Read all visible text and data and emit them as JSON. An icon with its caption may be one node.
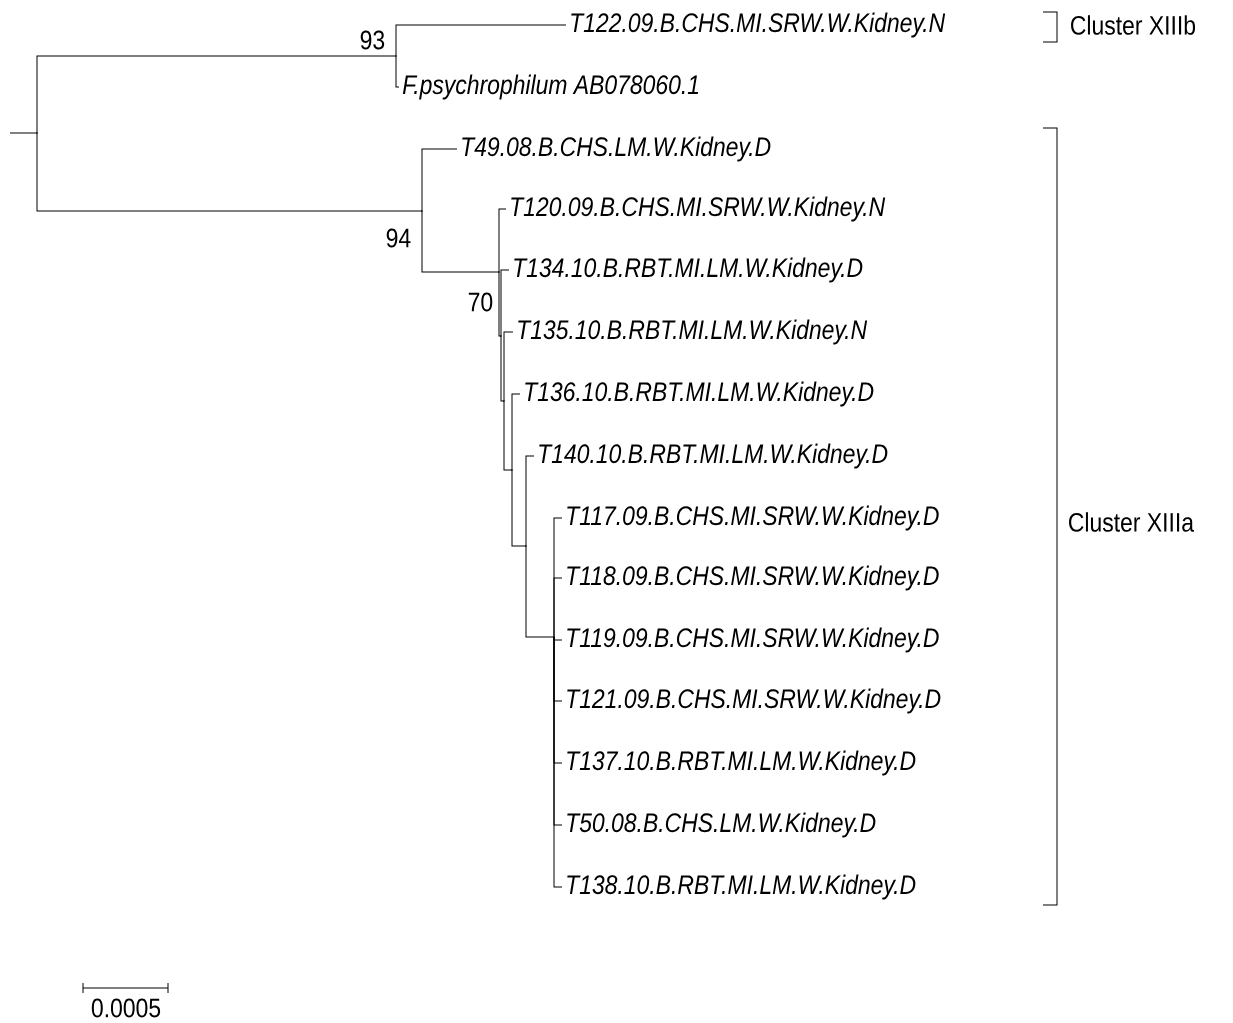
{
  "diagram": {
    "nodes": [
      {
        "text": [],
        "shape": "point"
      },
      {
        "text": [],
        "shape": "point",
        "beside": [
          "93"
        ]
      },
      {
        "text": [
          "T122.09.B.CHS.MI.SRW.W.Kidney.N"
        ]
      },
      {
        "text": [
          "F.psychrophilum AB078060.1"
        ]
      },
      {
        "text": [],
        "shape": "point",
        "beside": [
          "94"
        ]
      },
      {
        "text": [
          "T49.08.B.CHS.LM.W.Kidney.D"
        ]
      },
      {
        "text": [],
        "shape": "point",
        "beside": [
          "70"
        ]
      },
      {
        "text": [
          "T120.09.B.CHS.MI.SRW.W.Kidney.N"
        ]
      },
      {
        "text": [],
        "shape": "point"
      },
      {
        "text": [
          "T134.10.B.RBT.MI.LM.W.Kidney.D"
        ]
      },
      {
        "text": [],
        "shape": "point"
      },
      {
        "text": [
          "T135.10.B.RBT.MI.LM.W.Kidney.N"
        ]
      },
      {
        "text": [],
        "shape": "point"
      },
      {
        "text": [
          "T136.10.B.RBT.MI.LM.W.Kidney.D"
        ]
      },
      {
        "text": [],
        "shape": "point"
      },
      {
        "text": [
          "T140.10.B.RBT.MI.LM.W.Kidney.D"
        ]
      },
      {
        "text": [],
        "shape": "point"
      },
      {
        "text": [
          "T117.09.B.CHS.MI.SRW.W.Kidney.D"
        ]
      },
      {
        "text": [
          "T118.09.B.CHS.MI.SRW.W.Kidney.D"
        ]
      },
      {
        "text": [
          "T119.09.B.CHS.MI.SRW.W.Kidney.D"
        ]
      },
      {
        "text": [
          "T121.09.B.CHS.MI.SRW.W.Kidney.D"
        ]
      },
      {
        "text": [
          "T137.10.B.RBT.MI.LM.W.Kidney.D"
        ]
      },
      {
        "text": [
          "T50.08.B.CHS.LM.W.Kidney.D"
        ]
      },
      {
        "text": [
          "T138.10.B.RBT.MI.LM.W.Kidney.D"
        ]
      }
    ],
    "edges": [
      {
        "from": null,
        "to": 0,
        "arrow": "none"
      },
      {
        "from": 0,
        "to": 1,
        "arrow": "none"
      },
      {
        "from": 1,
        "to": 2,
        "arrow": "none"
      },
      {
        "from": 1,
        "to": 3,
        "arrow": "none"
      },
      {
        "from": 0,
        "to": 4,
        "arrow": "none"
      },
      {
        "from": 4,
        "to": 5,
        "arrow": "none"
      },
      {
        "from": 4,
        "to": 6,
        "arrow": "none"
      },
      {
        "from": 6,
        "to": 7,
        "arrow": "none"
      },
      {
        "from": 6,
        "to": 8,
        "arrow": "none"
      },
      {
        "from": 8,
        "to": 9,
        "arrow": "none"
      },
      {
        "from": 8,
        "to": 10,
        "arrow": "none"
      },
      {
        "from": 10,
        "to": 11,
        "arrow": "none"
      },
      {
        "from": 10,
        "to": 12,
        "arrow": "none"
      },
      {
        "from": 12,
        "to": 13,
        "arrow": "none"
      },
      {
        "from": 12,
        "to": 14,
        "arrow": "none"
      },
      {
        "from": 14,
        "to": 15,
        "arrow": "none"
      },
      {
        "from": 14,
        "to": 16,
        "arrow": "none"
      },
      {
        "from": 16,
        "to": 17,
        "arrow": "none"
      },
      {
        "from": 16,
        "to": 18,
        "arrow": "none"
      },
      {
        "from": 16,
        "to": 19,
        "arrow": "none"
      },
      {
        "from": 16,
        "to": 20,
        "arrow": "none"
      },
      {
        "from": 16,
        "to": 21,
        "arrow": "none"
      },
      {
        "from": 16,
        "to": 22,
        "arrow": "none"
      },
      {
        "from": 16,
        "to": 23,
        "arrow": "none"
      }
    ],
    "labels": [
      "Cluster XIIIb",
      "Cluster XIIIa",
      "0.0005"
    ]
  }
}
